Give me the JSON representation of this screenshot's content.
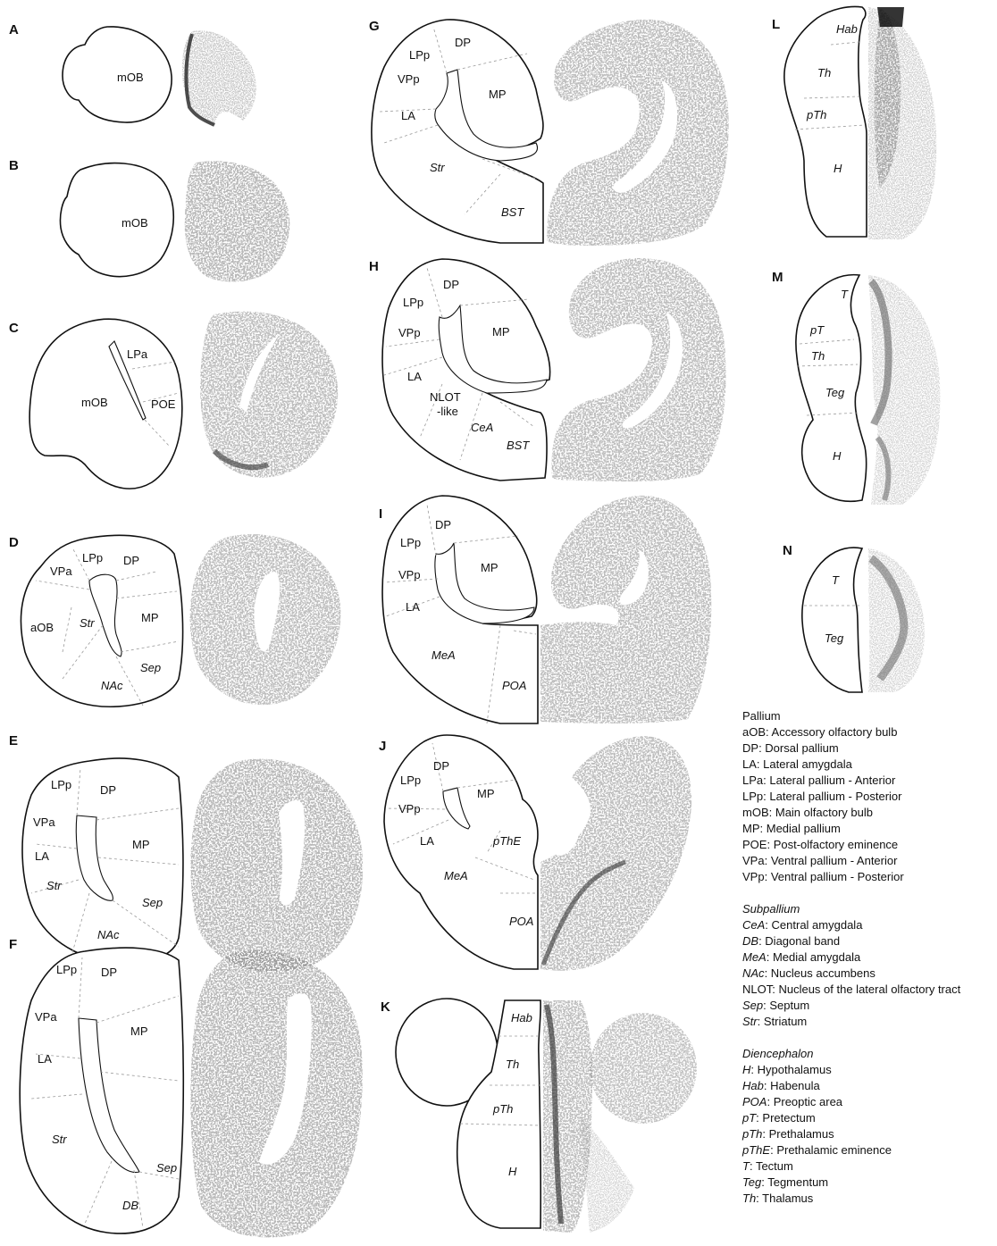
{
  "panels": [
    {
      "id": "A",
      "regions": [
        {
          "name": "mOB",
          "italic": false
        }
      ]
    },
    {
      "id": "B",
      "regions": [
        {
          "name": "mOB",
          "italic": false
        }
      ]
    },
    {
      "id": "C",
      "regions": [
        {
          "name": "LPa",
          "italic": false
        },
        {
          "name": "mOB",
          "italic": false
        },
        {
          "name": "POE",
          "italic": false
        }
      ]
    },
    {
      "id": "D",
      "regions": [
        {
          "name": "LPp",
          "italic": false
        },
        {
          "name": "DP",
          "italic": false
        },
        {
          "name": "VPa",
          "italic": false
        },
        {
          "name": "aOB",
          "italic": false
        },
        {
          "name": "Str",
          "italic": true
        },
        {
          "name": "MP",
          "italic": false
        },
        {
          "name": "Sep",
          "italic": true
        },
        {
          "name": "NAc",
          "italic": true
        }
      ]
    },
    {
      "id": "E",
      "regions": [
        {
          "name": "LPp",
          "italic": false
        },
        {
          "name": "DP",
          "italic": false
        },
        {
          "name": "VPa",
          "italic": false
        },
        {
          "name": "LA",
          "italic": false
        },
        {
          "name": "Str",
          "italic": true
        },
        {
          "name": "MP",
          "italic": false
        },
        {
          "name": "Sep",
          "italic": true
        },
        {
          "name": "NAc",
          "italic": true
        }
      ]
    },
    {
      "id": "F",
      "regions": [
        {
          "name": "LPp",
          "italic": false
        },
        {
          "name": "DP",
          "italic": false
        },
        {
          "name": "VPa",
          "italic": false
        },
        {
          "name": "LA",
          "italic": false
        },
        {
          "name": "MP",
          "italic": false
        },
        {
          "name": "Str",
          "italic": true
        },
        {
          "name": "Sep",
          "italic": true
        },
        {
          "name": "DB",
          "italic": true
        }
      ]
    },
    {
      "id": "G",
      "regions": [
        {
          "name": "LPp",
          "italic": false
        },
        {
          "name": "DP",
          "italic": false
        },
        {
          "name": "VPp",
          "italic": false
        },
        {
          "name": "MP",
          "italic": false
        },
        {
          "name": "LA",
          "italic": false
        },
        {
          "name": "Str",
          "italic": true
        },
        {
          "name": "BST",
          "italic": true
        }
      ]
    },
    {
      "id": "H",
      "regions": [
        {
          "name": "DP",
          "italic": false
        },
        {
          "name": "LPp",
          "italic": false
        },
        {
          "name": "VPp",
          "italic": false
        },
        {
          "name": "MP",
          "italic": false
        },
        {
          "name": "LA",
          "italic": false
        },
        {
          "name": "NLOT",
          "italic": false
        },
        {
          "name": "-like",
          "italic": false
        },
        {
          "name": "CeA",
          "italic": true
        },
        {
          "name": "BST",
          "italic": true
        }
      ]
    },
    {
      "id": "I",
      "regions": [
        {
          "name": "DP",
          "italic": false
        },
        {
          "name": "LPp",
          "italic": false
        },
        {
          "name": "MP",
          "italic": false
        },
        {
          "name": "VPp",
          "italic": false
        },
        {
          "name": "LA",
          "italic": false
        },
        {
          "name": "MeA",
          "italic": true
        },
        {
          "name": "POA",
          "italic": true
        }
      ]
    },
    {
      "id": "J",
      "regions": [
        {
          "name": "DP",
          "italic": false
        },
        {
          "name": "LPp",
          "italic": false
        },
        {
          "name": "MP",
          "italic": false
        },
        {
          "name": "VPp",
          "italic": false
        },
        {
          "name": "LA",
          "italic": false
        },
        {
          "name": "pThE",
          "italic": true
        },
        {
          "name": "MeA",
          "italic": true
        },
        {
          "name": "POA",
          "italic": true
        }
      ]
    },
    {
      "id": "K",
      "regions": [
        {
          "name": "Hab",
          "italic": true
        },
        {
          "name": "Th",
          "italic": true
        },
        {
          "name": "pTh",
          "italic": true
        },
        {
          "name": "H",
          "italic": true
        }
      ]
    },
    {
      "id": "L",
      "regions": [
        {
          "name": "Hab",
          "italic": true
        },
        {
          "name": "Th",
          "italic": true
        },
        {
          "name": "pTh",
          "italic": true
        },
        {
          "name": "H",
          "italic": true
        }
      ]
    },
    {
      "id": "M",
      "regions": [
        {
          "name": "T",
          "italic": true
        },
        {
          "name": "pT",
          "italic": true
        },
        {
          "name": "Th",
          "italic": true
        },
        {
          "name": "Teg",
          "italic": true
        },
        {
          "name": "H",
          "italic": true
        }
      ]
    },
    {
      "id": "N",
      "regions": [
        {
          "name": "T",
          "italic": true
        },
        {
          "name": "Teg",
          "italic": true
        }
      ]
    }
  ],
  "legend": {
    "pallium": {
      "title": "Pallium",
      "items": [
        {
          "abbr": "aOB",
          "text": "Accessory olfactory bulb"
        },
        {
          "abbr": "DP",
          "text": "Dorsal pallium"
        },
        {
          "abbr": "LA",
          "text": "Lateral amygdala"
        },
        {
          "abbr": "LPa",
          "text": "Lateral pallium - Anterior"
        },
        {
          "abbr": "LPp",
          "text": "Lateral pallium - Posterior"
        },
        {
          "abbr": "mOB",
          "text": "Main olfactory bulb"
        },
        {
          "abbr": "MP",
          "text": "Medial pallium"
        },
        {
          "abbr": "POE",
          "text": "Post-olfactory eminence"
        },
        {
          "abbr": "VPa",
          "text": "Ventral pallium - Anterior"
        },
        {
          "abbr": "VPp",
          "text": "Ventral pallium - Posterior"
        }
      ]
    },
    "subpallium": {
      "title": "Subpallium",
      "items": [
        {
          "abbr": "CeA",
          "text": "Central amygdala",
          "italic": true
        },
        {
          "abbr": "DB",
          "text": "Diagonal band",
          "italic": true
        },
        {
          "abbr": "MeA",
          "text": "Medial amygdala",
          "italic": true
        },
        {
          "abbr": "NAc",
          "text": "Nucleus accumbens",
          "italic": true
        },
        {
          "abbr": "NLOT",
          "text": "Nucleus of the lateral olfactory tract",
          "italic": false
        },
        {
          "abbr": "Sep",
          "text": "Septum",
          "italic": true
        },
        {
          "abbr": "Str",
          "text": "Striatum",
          "italic": true
        }
      ]
    },
    "diencephalon": {
      "title": "Diencephalon",
      "items": [
        {
          "abbr": "H",
          "text": "Hypothalamus"
        },
        {
          "abbr": "Hab",
          "text": "Habenula"
        },
        {
          "abbr": "POA",
          "text": "Preoptic area"
        },
        {
          "abbr": "pT",
          "text": "Pretectum"
        },
        {
          "abbr": "pTh",
          "text": "Prethalamus"
        },
        {
          "abbr": "pThE",
          "text": "Prethalamic eminence"
        },
        {
          "abbr": "T",
          "text": "Tectum"
        },
        {
          "abbr": "Teg",
          "text": "Tegmentum"
        },
        {
          "abbr": "Th",
          "text": "Thalamus"
        }
      ]
    }
  }
}
